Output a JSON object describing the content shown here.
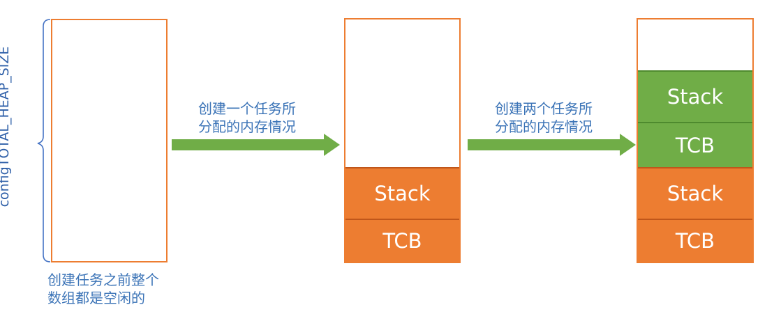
{
  "size_label": "configTOTAL_HEAP_SIZE",
  "initial_caption": {
    "line1": "创建任务之前整个",
    "line2": "数组都是空闲的"
  },
  "arrow1_caption": {
    "line1": "创建一个任务所",
    "line2": "分配的内存情况"
  },
  "arrow2_caption": {
    "line1": "创建两个任务所",
    "line2": "分配的内存情况"
  },
  "heap2_blocks": {
    "stack": "Stack",
    "tcb": "TCB"
  },
  "heap3_blocks": {
    "task2_stack": "Stack",
    "task2_tcb": "TCB",
    "task1_stack": "Stack",
    "task1_tcb": "TCB"
  },
  "colors": {
    "border": "#ED7D31",
    "task1": "#ED7D31",
    "task2": "#70AD47",
    "arrow": "#70AD47",
    "brace": "#4472C4",
    "caption": "#3C74B7"
  }
}
